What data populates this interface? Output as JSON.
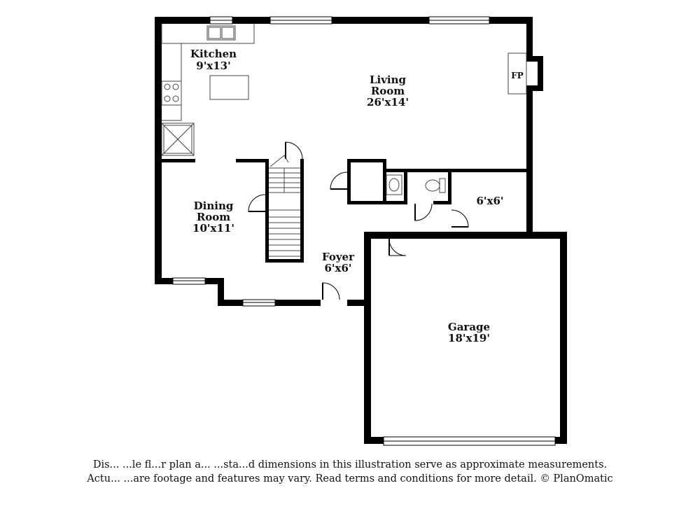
{
  "rooms": {
    "kitchen": {
      "name": "Kitchen",
      "dims": "9'x13'"
    },
    "living_room": {
      "name_line1": "Living",
      "name_line2": "Room",
      "dims": "26'x14'"
    },
    "fireplace": {
      "label": "FP"
    },
    "dining_room": {
      "name_line1": "Dining",
      "name_line2": "Room",
      "dims": "10'x11'"
    },
    "foyer": {
      "name": "Foyer",
      "dims": "6'x6'"
    },
    "small_room": {
      "dims": "6'x6'"
    },
    "garage": {
      "name": "Garage",
      "dims": "18'x19'"
    }
  },
  "disclaimer": {
    "line1": "Dis... ...le fl...r plan a... ...sta...d dimensions in this illustration serve as approximate measurements.",
    "line2": "Actu... ...are footage and features may vary. Read terms and conditions for more detail. © PlanOmatic"
  }
}
